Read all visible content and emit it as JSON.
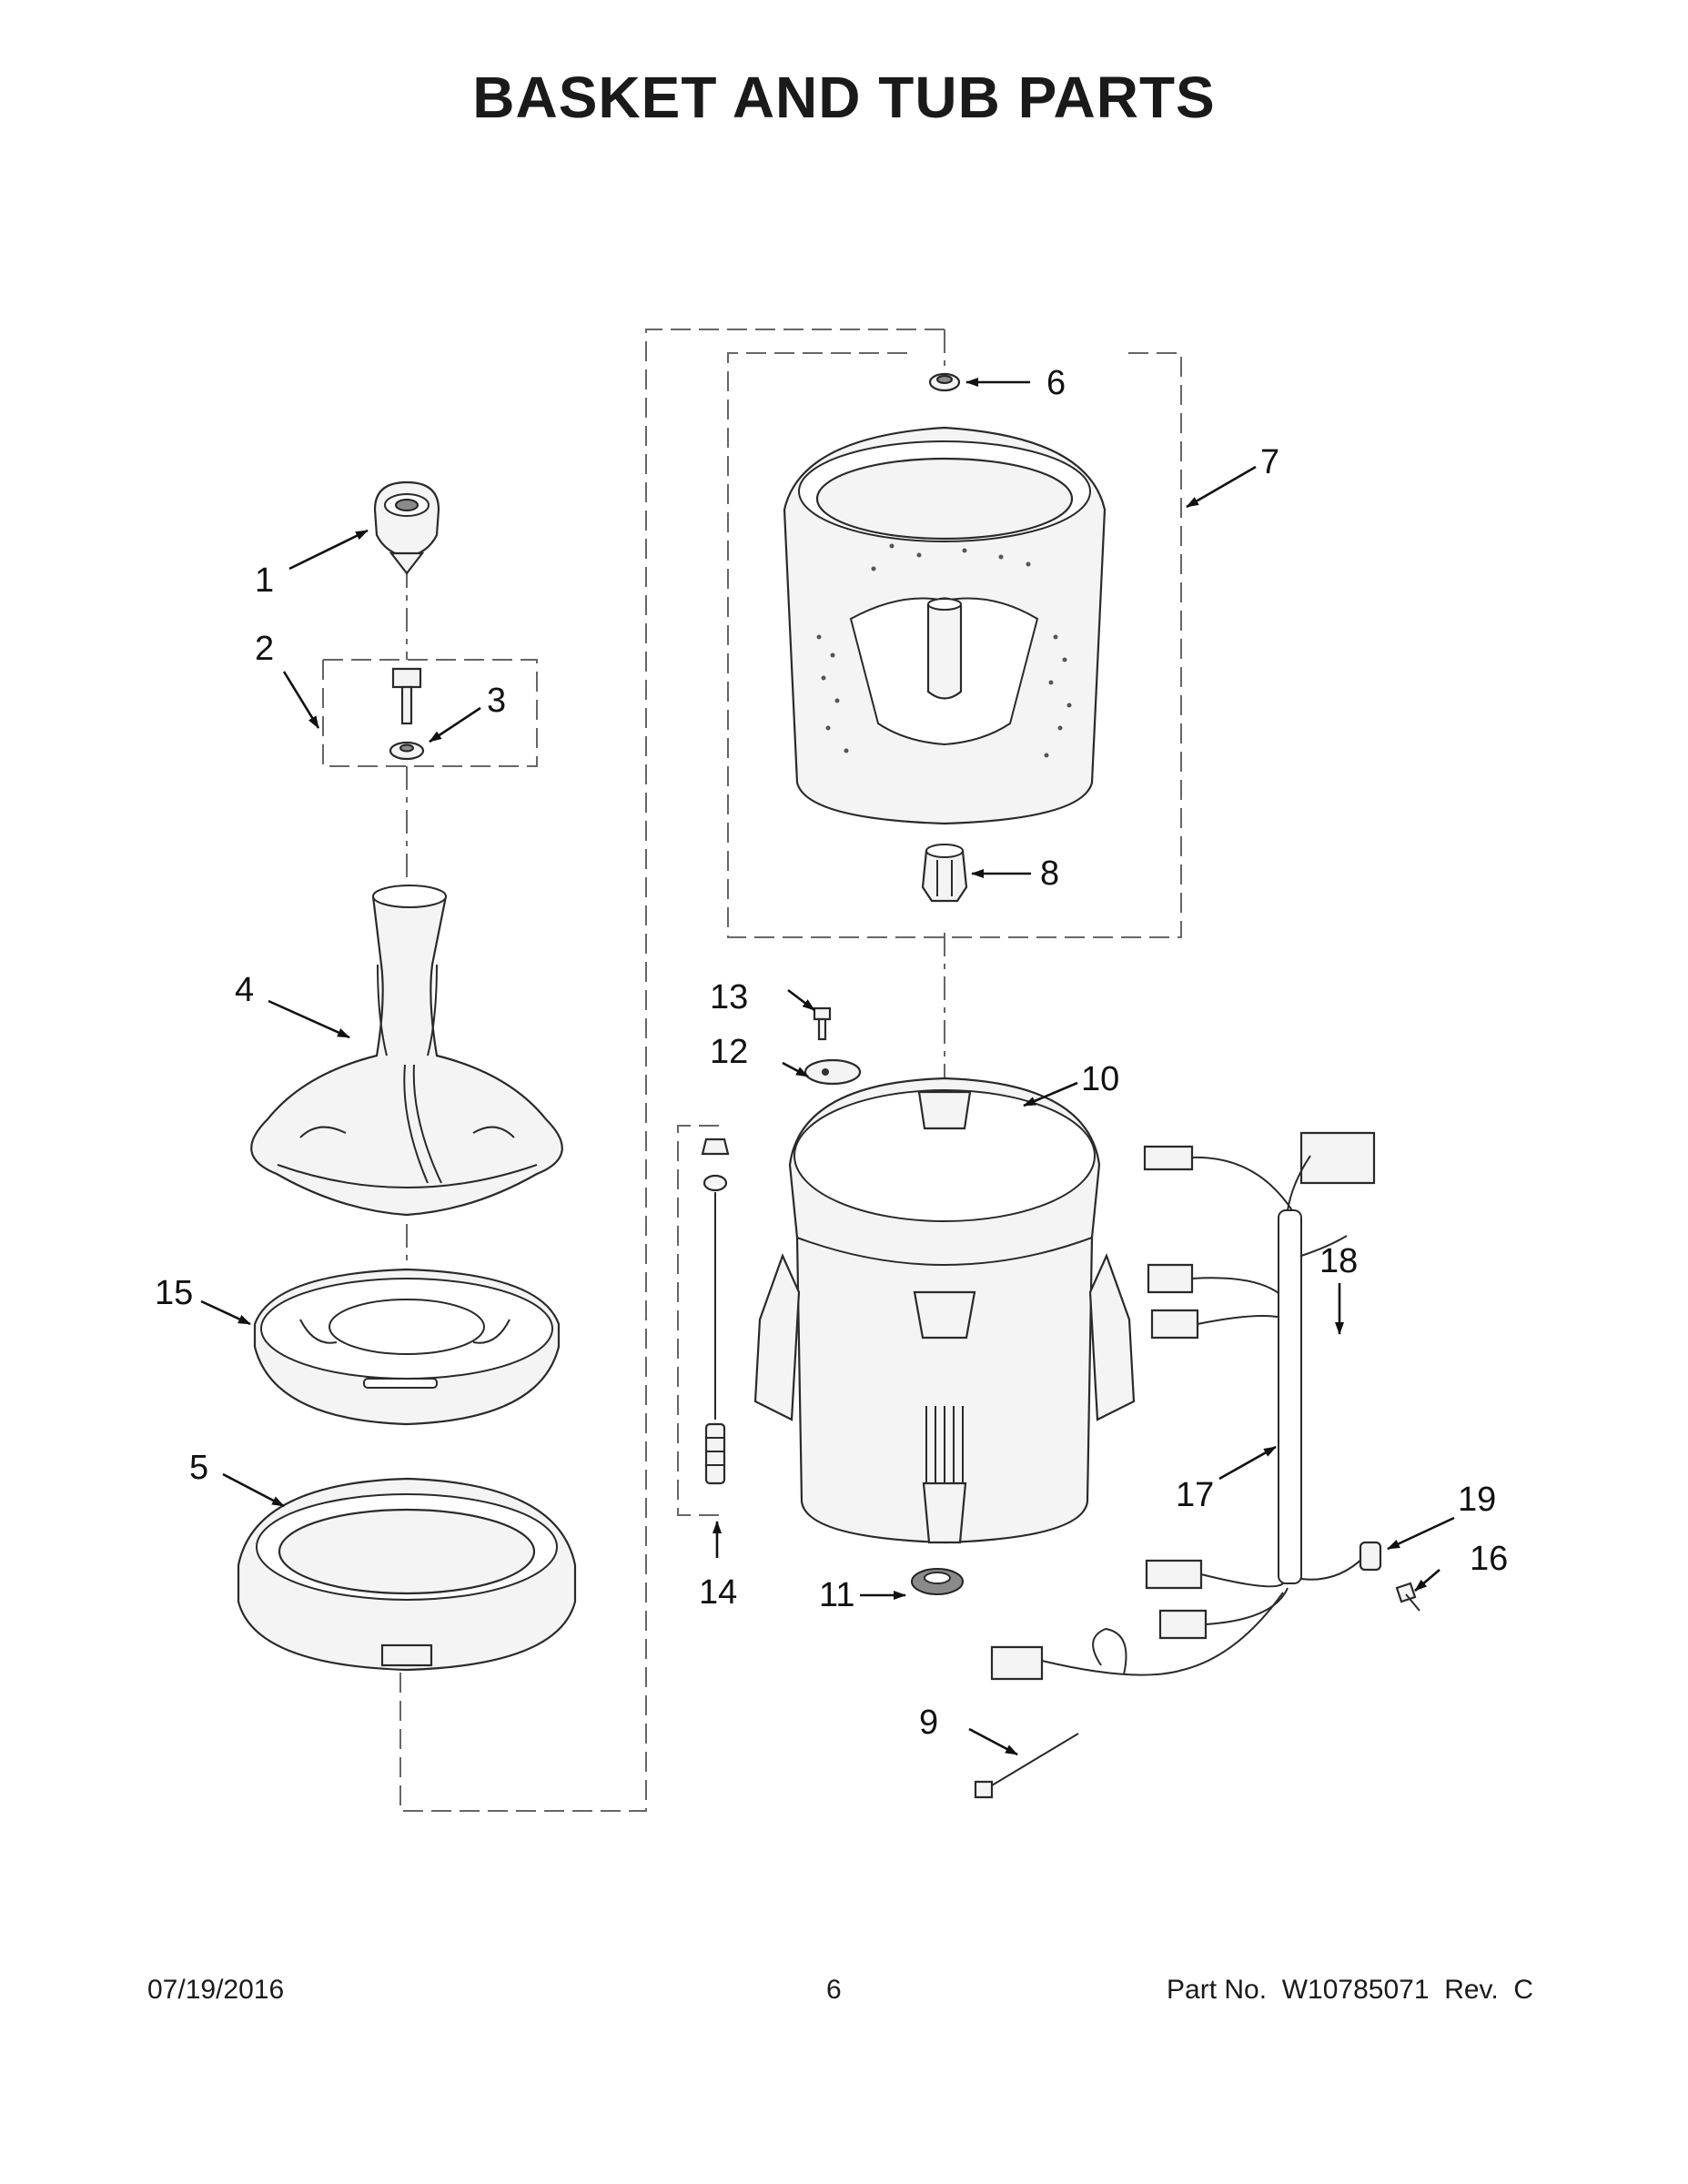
{
  "page": {
    "title": "BASKET AND TUB PARTS",
    "footer": {
      "date": "07/19/2016",
      "page_number": "6",
      "part_number": "Part No.  W10785071  Rev.  C"
    }
  },
  "callouts": [
    {
      "id": "c1",
      "label": "1"
    },
    {
      "id": "c2",
      "label": "2"
    },
    {
      "id": "c3",
      "label": "3"
    },
    {
      "id": "c4",
      "label": "4"
    },
    {
      "id": "c5",
      "label": "5"
    },
    {
      "id": "c6",
      "label": "6"
    },
    {
      "id": "c7",
      "label": "7"
    },
    {
      "id": "c8",
      "label": "8"
    },
    {
      "id": "c9",
      "label": "9"
    },
    {
      "id": "c10",
      "label": "10"
    },
    {
      "id": "c11",
      "label": "11"
    },
    {
      "id": "c12",
      "label": "12"
    },
    {
      "id": "c13",
      "label": "13"
    },
    {
      "id": "c14",
      "label": "14"
    },
    {
      "id": "c15",
      "label": "15"
    },
    {
      "id": "c16",
      "label": "16"
    },
    {
      "id": "c17",
      "label": "17"
    },
    {
      "id": "c18",
      "label": "18"
    },
    {
      "id": "c19",
      "label": "19"
    }
  ]
}
